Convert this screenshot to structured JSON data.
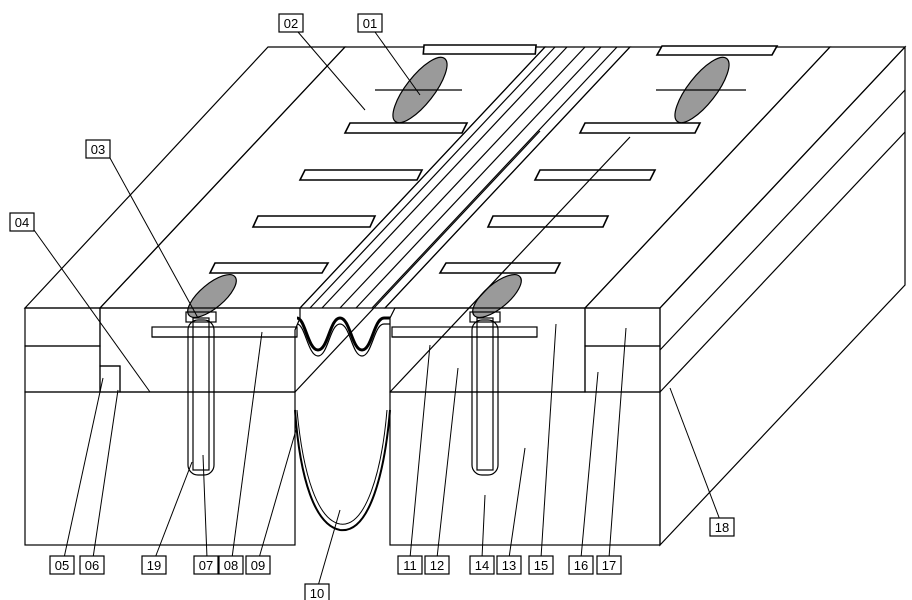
{
  "colors": {
    "concrete": "#ececec",
    "nosing": "#8a8a8a",
    "insulation": "#d8d8d8",
    "plate": "#c8c8c8",
    "bolt": "#f4f4f4",
    "anchor_ellipse": "#9a9a9a"
  },
  "labels": [
    {
      "id": "01",
      "text": "01"
    },
    {
      "id": "02",
      "text": "02"
    },
    {
      "id": "03",
      "text": "03"
    },
    {
      "id": "04",
      "text": "04"
    },
    {
      "id": "05",
      "text": "05"
    },
    {
      "id": "06",
      "text": "06"
    },
    {
      "id": "19",
      "text": "19"
    },
    {
      "id": "07",
      "text": "07"
    },
    {
      "id": "08",
      "text": "08"
    },
    {
      "id": "09",
      "text": "09"
    },
    {
      "id": "10",
      "text": "10"
    },
    {
      "id": "11",
      "text": "11"
    },
    {
      "id": "12",
      "text": "12"
    },
    {
      "id": "14",
      "text": "14"
    },
    {
      "id": "13",
      "text": "13"
    },
    {
      "id": "15",
      "text": "15"
    },
    {
      "id": "16",
      "text": "16"
    },
    {
      "id": "17",
      "text": "17"
    },
    {
      "id": "18",
      "text": "18"
    }
  ]
}
